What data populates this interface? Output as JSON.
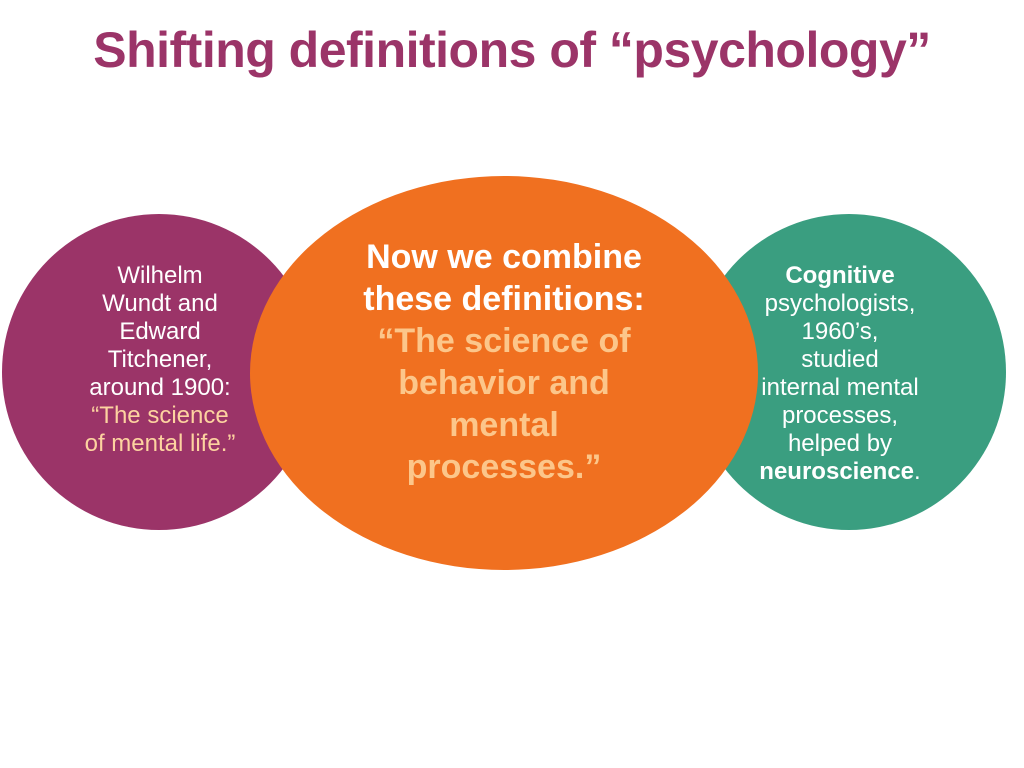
{
  "title": "Shifting definitions of “psychology”",
  "left_circle": {
    "lines": [
      "Wilhelm",
      "Wundt and",
      "Edward",
      "Titchener,",
      "around 1900:"
    ],
    "quote_lines": [
      "“The science",
      "of mental life.”"
    ]
  },
  "center_ellipse": {
    "heading_lines": [
      "Now we combine",
      "these definitions:"
    ],
    "quote_lines": [
      "“The science of",
      "behavior and",
      "mental",
      "processes.”"
    ]
  },
  "right_circle": {
    "bold_first": "Cognitive",
    "lines": [
      "psychologists,",
      "1960’s,",
      "studied",
      "internal mental",
      "processes,",
      "helped by"
    ],
    "bold_last": "neuroscience",
    "end_punct": "."
  },
  "colors": {
    "title": "#9b3468",
    "left_circle": "#9b3468",
    "center_ellipse": "#f07020",
    "right_circle": "#3a9e80",
    "quote_text": "#fdd3a0"
  }
}
